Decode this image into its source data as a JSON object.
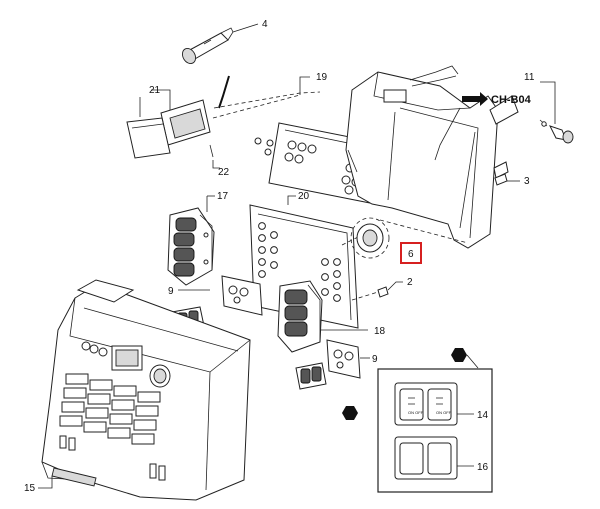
{
  "diagram": {
    "callouts": [
      {
        "id": "c4",
        "text": "4"
      },
      {
        "id": "c19",
        "text": "19"
      },
      {
        "id": "c11",
        "text": "11"
      },
      {
        "id": "c21",
        "text": "21"
      },
      {
        "id": "c22",
        "text": "22"
      },
      {
        "id": "c3",
        "text": "3"
      },
      {
        "id": "c17",
        "text": "17"
      },
      {
        "id": "c20",
        "text": "20"
      },
      {
        "id": "c6",
        "text": "6"
      },
      {
        "id": "c2",
        "text": "2"
      },
      {
        "id": "c9a",
        "text": "9"
      },
      {
        "id": "c18",
        "text": "18"
      },
      {
        "id": "c9b",
        "text": "9"
      },
      {
        "id": "c14",
        "text": "14"
      },
      {
        "id": "c16",
        "text": "16"
      },
      {
        "id": "c15",
        "text": "15"
      }
    ],
    "reference_label": "CH-B04",
    "highlighted_callout": "6",
    "highlight_color": "#d62020",
    "switch_labels": {
      "on_off_1": "ON\nOFF",
      "on_off_2": "ON\nOFF"
    }
  }
}
